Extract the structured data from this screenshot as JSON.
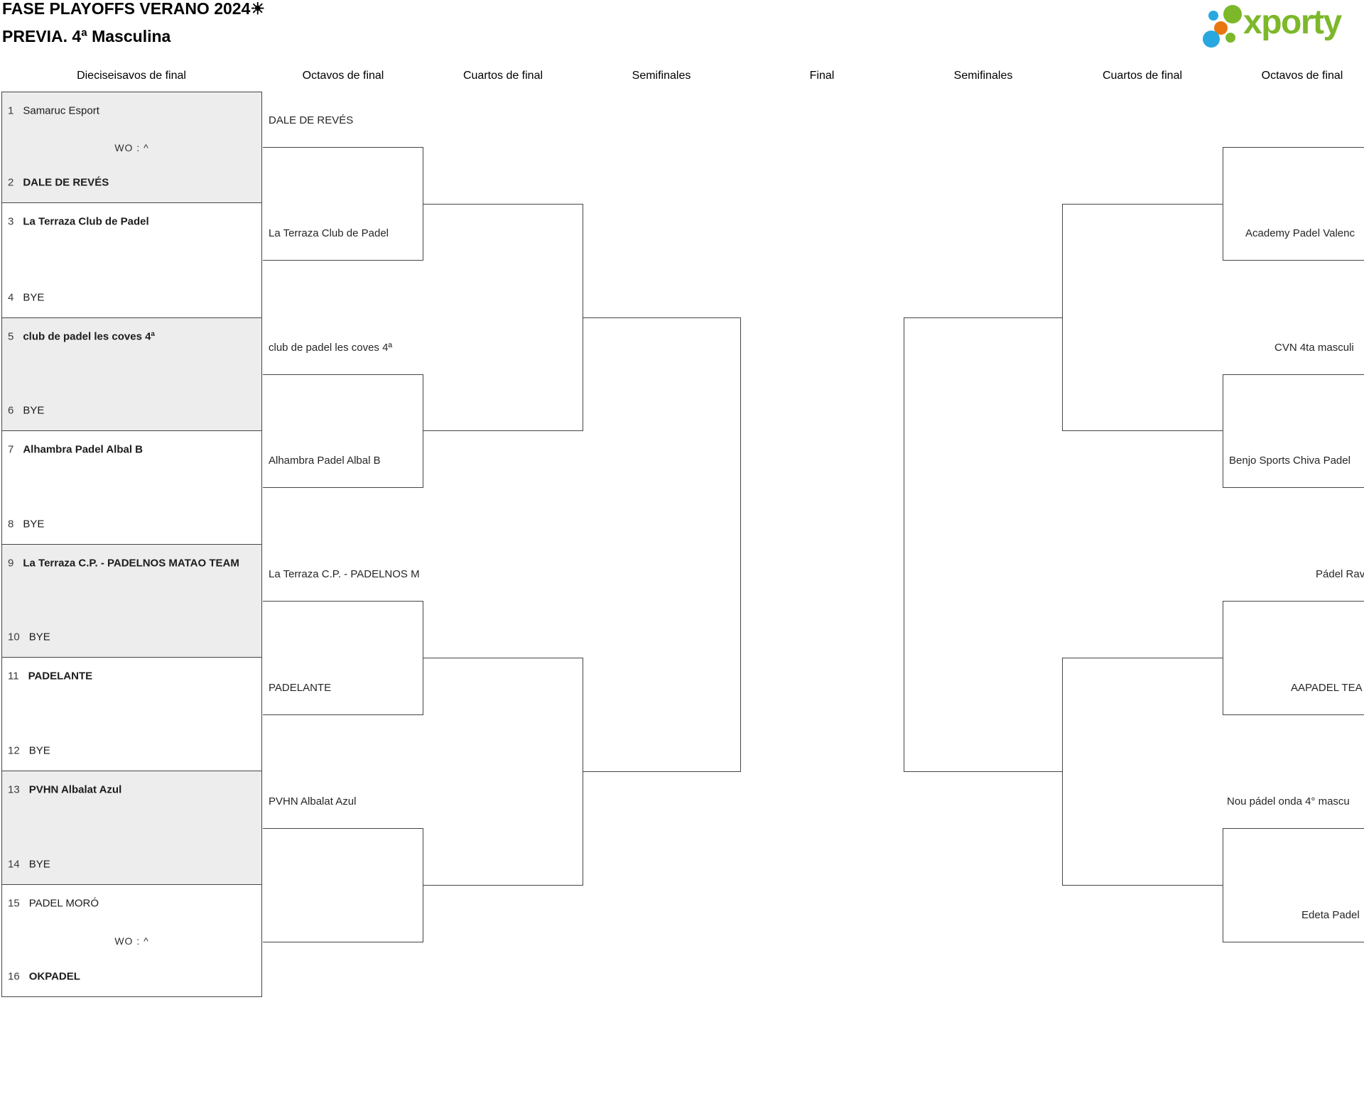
{
  "title": {
    "line1": "FASE PLAYOFFS VERANO 2024☀",
    "line2": "PREVIA. 4ª Masculina"
  },
  "logo": {
    "wordmark": "xporty",
    "brand_colors": {
      "green": "#7cb82a",
      "blue": "#29a8e0",
      "orange": "#e87711"
    }
  },
  "columns": [
    "Dieciseisavos de final",
    "Octavos de final",
    "Cuartos de final",
    "Semifinales",
    "Final",
    "Semifinales",
    "Cuartos de final",
    "Octavos de final"
  ],
  "bracket": {
    "walkover_label": "WO : ^",
    "seeds": [
      {
        "num": "1",
        "name": "Samaruc Esport",
        "bold": false
      },
      {
        "num": "2",
        "name": "DALE DE REVÉS",
        "bold": true
      },
      {
        "num": "3",
        "name": "La Terraza Club de Padel",
        "bold": true
      },
      {
        "num": "4",
        "name": "BYE",
        "bold": false
      },
      {
        "num": "5",
        "name": "club de padel les coves 4ª",
        "bold": true
      },
      {
        "num": "6",
        "name": "BYE",
        "bold": false
      },
      {
        "num": "7",
        "name": "Alhambra Padel Albal B",
        "bold": true
      },
      {
        "num": "8",
        "name": "BYE",
        "bold": false
      },
      {
        "num": "9",
        "name": "La Terraza C.P. - PADELNOS MATAO TEAM",
        "bold": true
      },
      {
        "num": "10",
        "name": "BYE",
        "bold": false
      },
      {
        "num": "11",
        "name": "PADELANTE",
        "bold": true
      },
      {
        "num": "12",
        "name": "BYE",
        "bold": false
      },
      {
        "num": "13",
        "name": "PVHN Albalat Azul",
        "bold": true
      },
      {
        "num": "14",
        "name": "BYE",
        "bold": false
      },
      {
        "num": "15",
        "name": "PADEL MORÓ",
        "bold": false
      },
      {
        "num": "16",
        "name": "OKPADEL",
        "bold": true
      }
    ],
    "left_octavos": [
      "DALE DE REVÉS",
      "La Terraza Club de Padel",
      "club de padel les coves 4ª",
      "Alhambra Padel Albal B",
      "La Terraza C.P. - PADELNOS M",
      "PADELANTE",
      "PVHN Albalat Azul"
    ],
    "right_octavos": [
      "Academy Padel Valenc",
      "CVN 4ta masculi",
      "Benjo Sports Chiva Padel",
      "Pádel Rav",
      "AAPADEL TEA",
      "Nou pádel onda 4° mascu",
      "Edeta Padel"
    ]
  },
  "colors": {
    "line": "#454545",
    "shaded_block": "#ededed",
    "text": "#1c1c1c"
  }
}
